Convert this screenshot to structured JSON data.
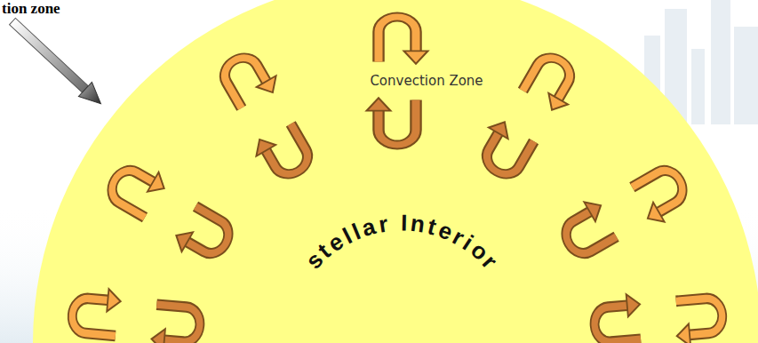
{
  "diagram": {
    "nodes": [
      {
        "text": [
          "Convection Zone"
        ]
      },
      {
        "text": [
          "stellar Interior"
        ],
        "in": 0
      }
    ],
    "labels": [
      "tion zone"
    ]
  }
}
